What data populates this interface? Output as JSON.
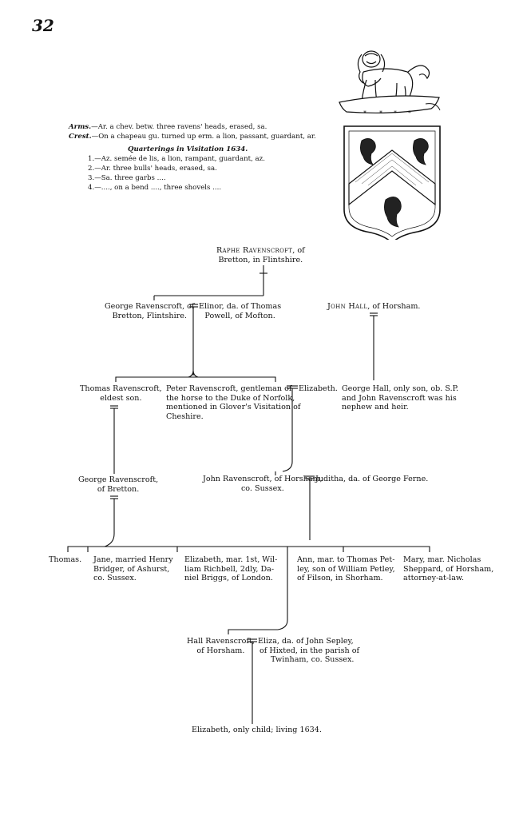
{
  "page_number": "32",
  "heraldry": {
    "arms_label": "Arms.",
    "arms_text": "—Ar. a chev. betw. three ravens' heads, erased, sa.",
    "crest_label": "Crest.",
    "crest_text": "—On a chapeau gu. turned up erm. a lion, passant, guardant, ar.",
    "quarterings_title": "Quarterings in Visitation 1634.",
    "quarterings": [
      "1.—Az. semée de lis, a lion, rampant, guardant, az.",
      "2.—Ar. three bulls' heads, erased, sa.",
      "3.—Sa. three garbs ....",
      "4.—...., on a bend ...., three shovels ...."
    ]
  },
  "pedigree": {
    "raphe_name": "Raphe Ravenscroft",
    "raphe_rest": ", of",
    "raphe_line2": "Bretton, in Flintshire.",
    "george1": [
      "George Ravenscroft, of",
      "Bretton, Flintshire."
    ],
    "elinor": [
      "Elinor, da. of Thomas",
      "Powell, of Mofton."
    ],
    "john_hall_name": "John Hall",
    "john_hall_rest": ", of Horsham.",
    "thomas_eldest": [
      "Thomas Ravenscroft,",
      "eldest son."
    ],
    "peter": [
      "Peter Ravenscroft, gentleman of",
      "the horse to the Duke of Norfolk,",
      "mentioned in Glover's Visitation of",
      "Cheshire."
    ],
    "elizabeth1": "Elizabeth.",
    "george_hall": [
      "George Hall, only son, ob. S.P.",
      "and John Ravenscroft was his",
      "nephew and heir."
    ],
    "george2": [
      "George Ravenscroft,",
      "of Bretton."
    ],
    "john_r": [
      "John Ravenscroft, of Horsham,",
      "co. Sussex."
    ],
    "juditha": "Juditha, da. of George Ferne.",
    "thomas2": "Thomas.",
    "jane": [
      "Jane, married Henry",
      "Bridger, of Ashurst,",
      "co. Sussex."
    ],
    "elizabeth2": [
      "Elizabeth, mar. 1st, Wil-",
      "liam Richbell, 2dly, Da-",
      "niel Briggs, of London."
    ],
    "ann": [
      "Ann, mar. to Thomas Pet-",
      "ley, son of William Petley,",
      "of Filson, in Shorham."
    ],
    "mary": [
      "Mary, mar. Nicholas",
      "Sheppard, of Horsham,",
      "attorney-at-law."
    ],
    "hall_r": [
      "Hall Ravenscroft,",
      "of Horsham."
    ],
    "eliza": [
      "Eliza, da. of John Sepley,",
      "of Hixted, in the parish of",
      "Twinham, co. Sussex."
    ],
    "elizabeth3": "Elizabeth, only child; living 1634."
  }
}
